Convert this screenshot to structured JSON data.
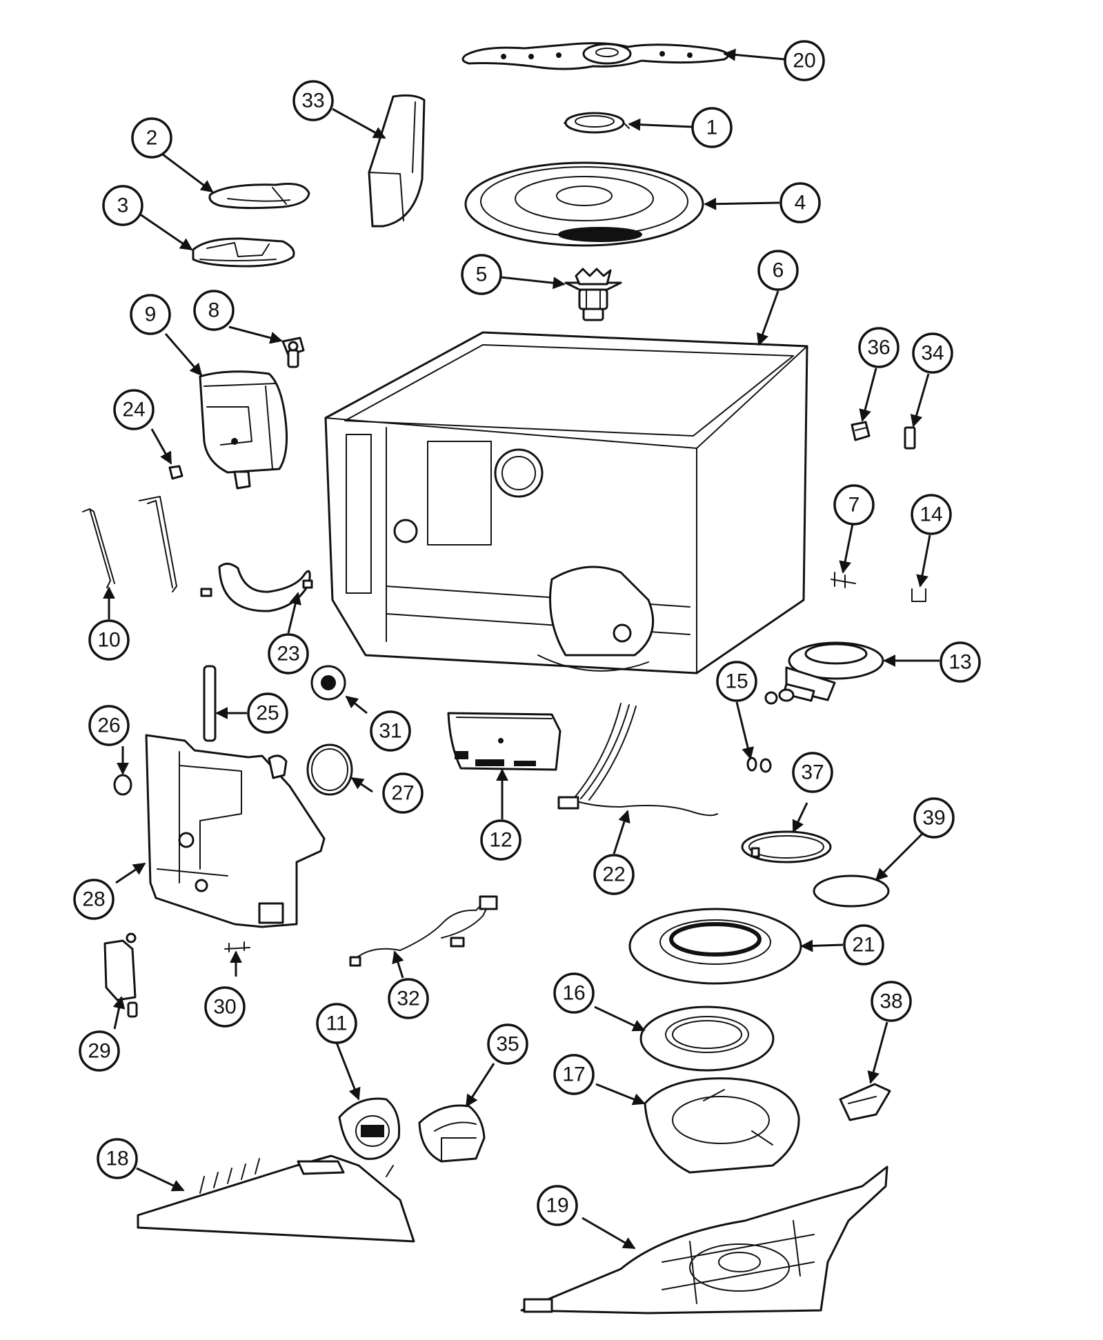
{
  "colors": {
    "line": "#111111",
    "background": "#ffffff"
  },
  "callouts": [
    {
      "label": "1"
    },
    {
      "label": "2"
    },
    {
      "label": "3"
    },
    {
      "label": "4"
    },
    {
      "label": "5"
    },
    {
      "label": "6"
    },
    {
      "label": "7"
    },
    {
      "label": "8"
    },
    {
      "label": "9"
    },
    {
      "label": "10"
    },
    {
      "label": "11"
    },
    {
      "label": "12"
    },
    {
      "label": "13"
    },
    {
      "label": "14"
    },
    {
      "label": "15"
    },
    {
      "label": "16"
    },
    {
      "label": "17"
    },
    {
      "label": "18"
    },
    {
      "label": "19"
    },
    {
      "label": "20"
    },
    {
      "label": "21"
    },
    {
      "label": "22"
    },
    {
      "label": "23"
    },
    {
      "label": "24"
    },
    {
      "label": "25"
    },
    {
      "label": "26"
    },
    {
      "label": "27"
    },
    {
      "label": "28"
    },
    {
      "label": "29"
    },
    {
      "label": "30"
    },
    {
      "label": "31"
    },
    {
      "label": "32"
    },
    {
      "label": "33"
    },
    {
      "label": "34"
    },
    {
      "label": "35"
    },
    {
      "label": "36"
    },
    {
      "label": "37"
    },
    {
      "label": "38"
    },
    {
      "label": "39"
    }
  ]
}
